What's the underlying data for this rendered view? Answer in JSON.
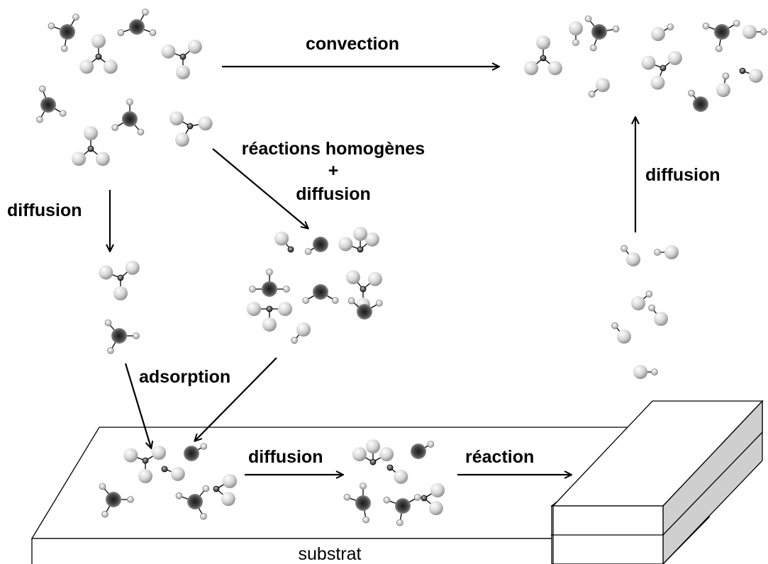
{
  "labels": {
    "convection": "convection",
    "reactions_homogenes": "réactions homogènes",
    "plus": "+",
    "diffusion_center": "diffusion",
    "diffusion_left": "diffusion",
    "diffusion_right": "diffusion",
    "adsorption": "adsorption",
    "diffusion_surface": "diffusion",
    "reaction": "réaction",
    "substrat": "substrat"
  },
  "colors": {
    "background": "#ffffff",
    "line": "#000000",
    "dark_atom": "#3a3a3a",
    "light_atom": "#d9d9d9",
    "small_atom": "#e6e6e6",
    "film_side": "#cfcfcf"
  }
}
